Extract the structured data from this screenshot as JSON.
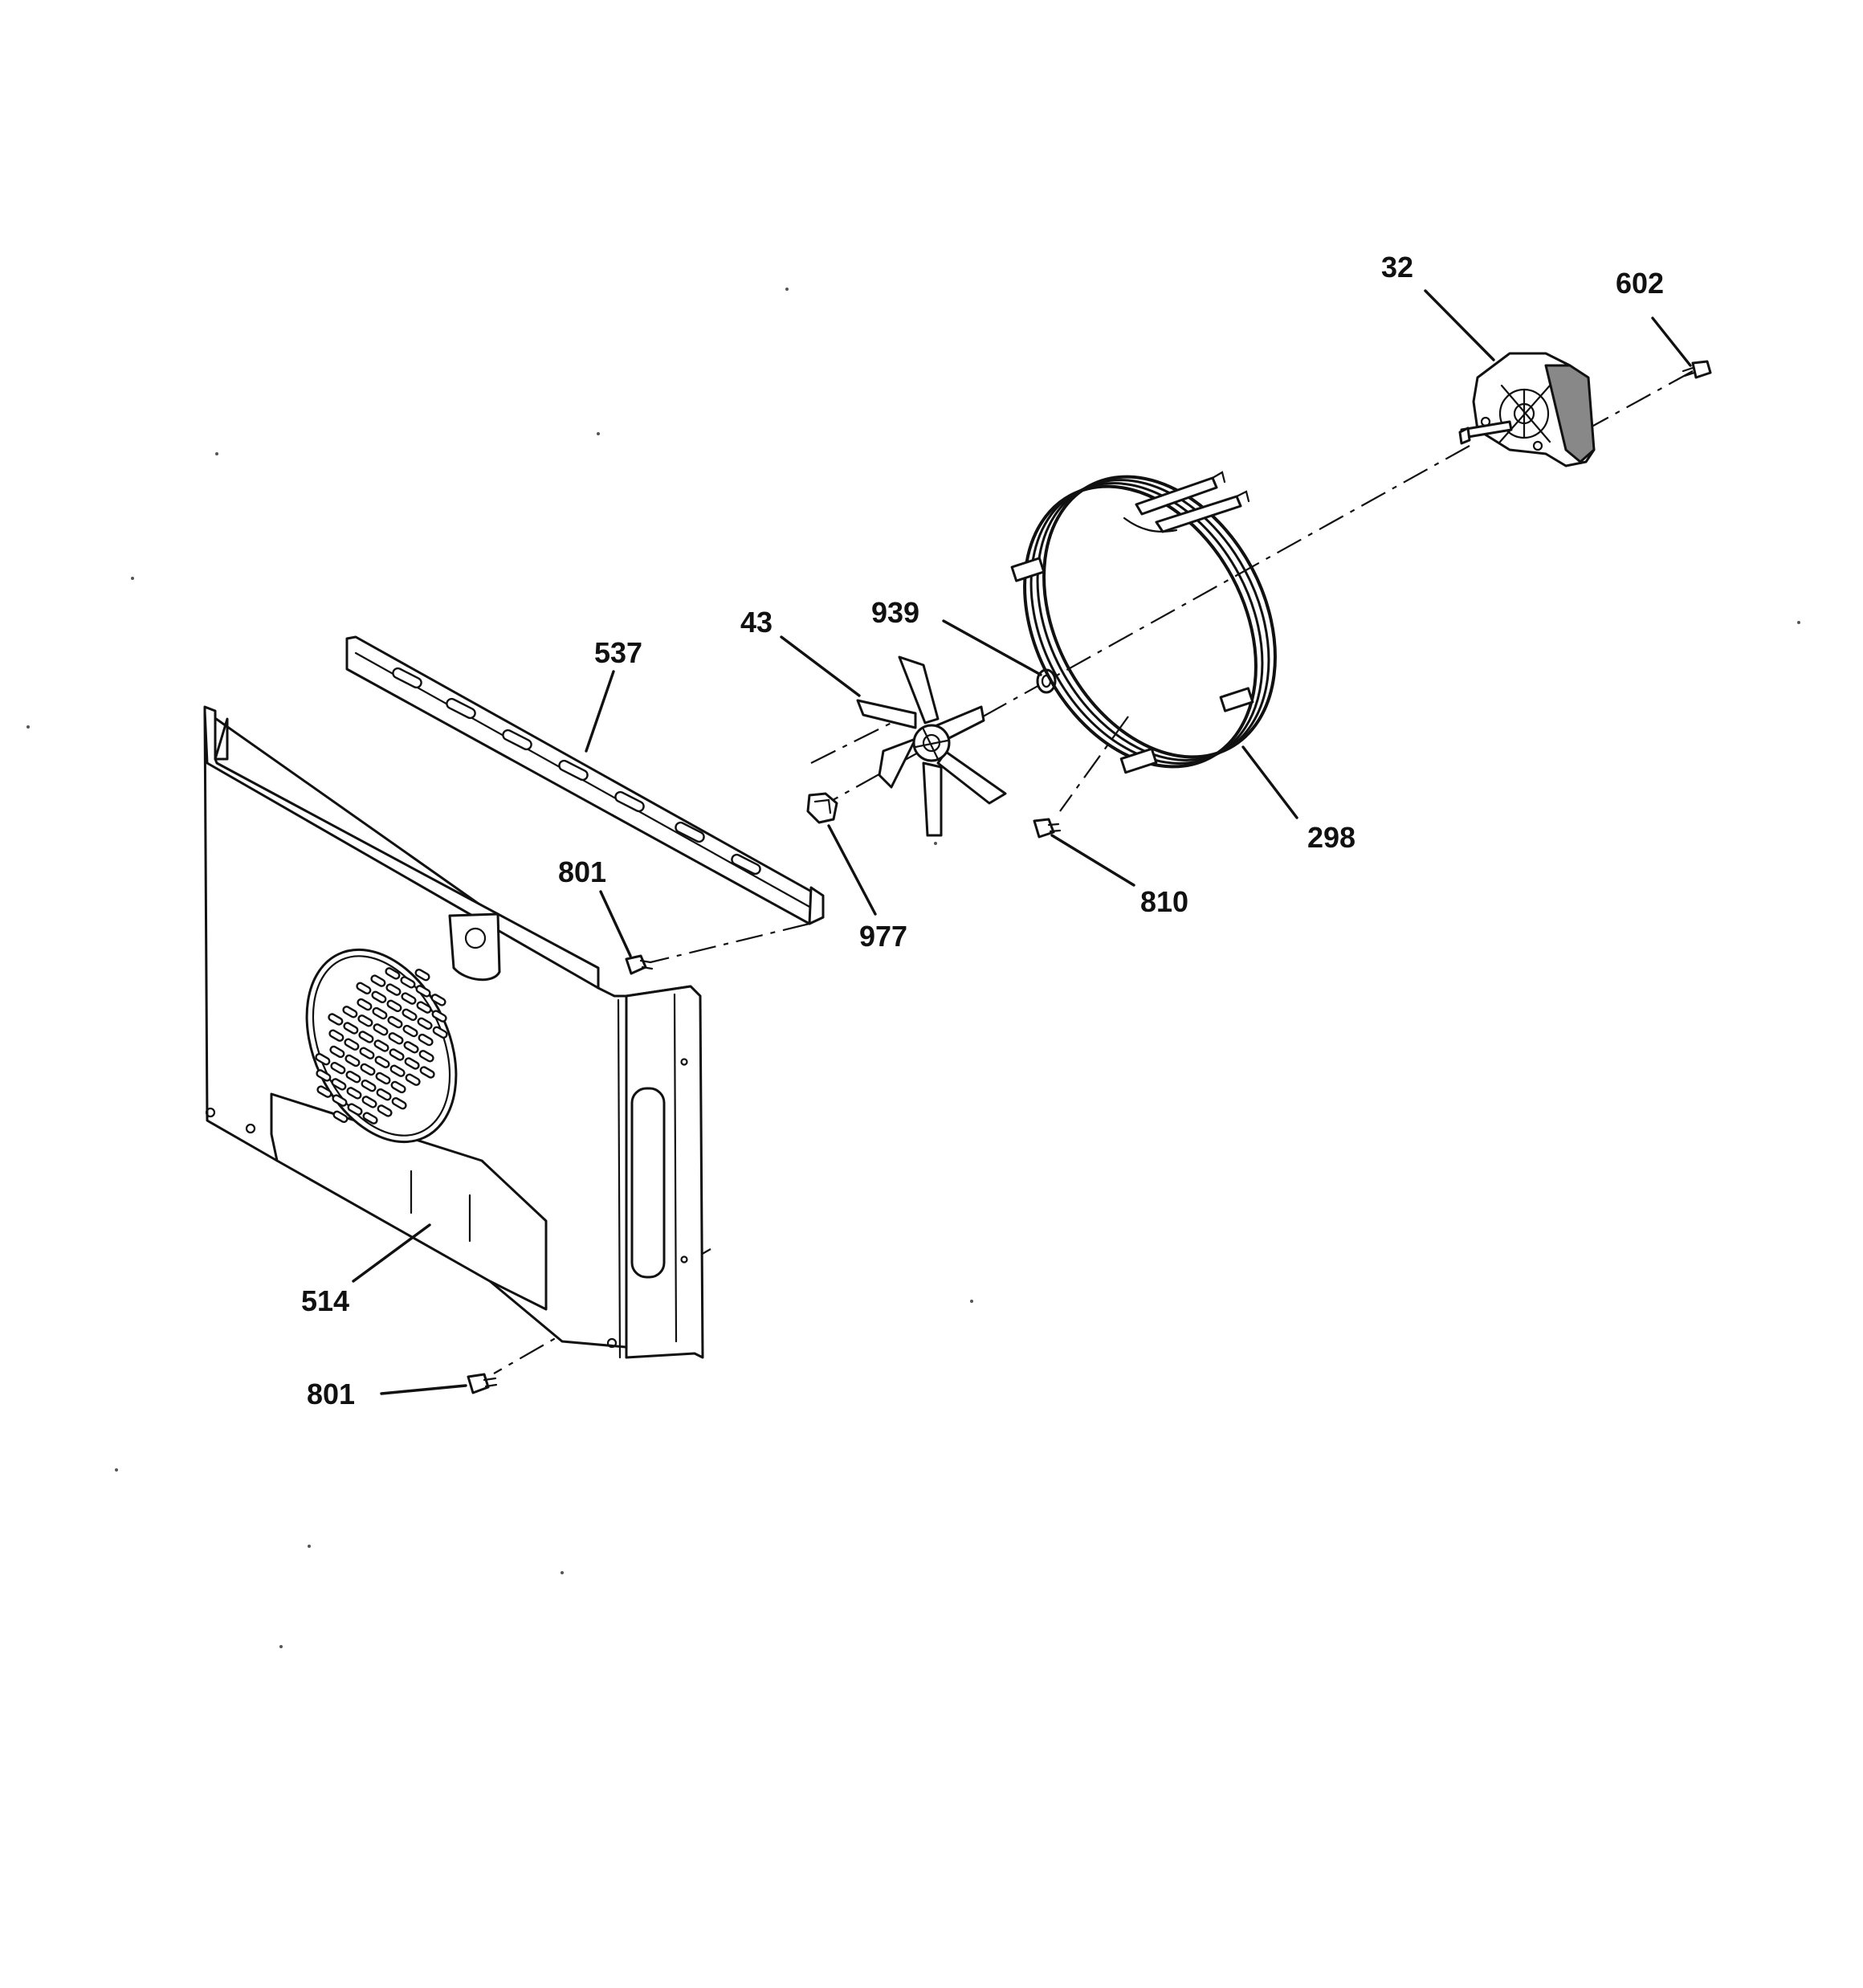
{
  "callouts": {
    "c32": "32",
    "c602": "602",
    "c939": "939",
    "c43": "43",
    "c537": "537",
    "c298": "298",
    "c801_top": "801",
    "c810": "810",
    "c977": "977",
    "c514": "514",
    "c801_bottom": "801"
  },
  "colors": {
    "line": "#111111",
    "background": "#ffffff"
  }
}
